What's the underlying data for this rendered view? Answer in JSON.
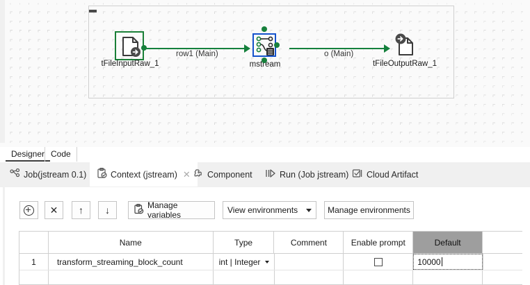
{
  "canvas": {
    "subjob": {
      "collapse_handle": "minus"
    },
    "nodes": [
      {
        "id": "tFileInputRaw_1",
        "label": "tFileInputRaw_1",
        "icon": "file-input-raw-icon",
        "selected": true,
        "select_color": "#1a7f37"
      },
      {
        "id": "mstream",
        "label": "mstream",
        "icon": "mstream-component-icon",
        "selected": true,
        "select_color": "#1452cc"
      },
      {
        "id": "tFileOutputRaw_1",
        "label": "tFileOutputRaw_1",
        "icon": "file-output-raw-icon",
        "selected": false,
        "select_color": ""
      }
    ],
    "links": [
      {
        "id": "row1",
        "label": "row1 (Main)",
        "color": "#14803c"
      },
      {
        "id": "o",
        "label": "o (Main)",
        "color": "#14803c"
      }
    ]
  },
  "editor_tabs": {
    "items": [
      {
        "label": "Designer",
        "active": true
      },
      {
        "label": "Code",
        "active": false
      }
    ]
  },
  "view_tabs": {
    "items": [
      {
        "label": "Job(jstream 0.1)",
        "icon": "job-graph-icon",
        "active": false,
        "closable": false
      },
      {
        "label": "Context (jstream)",
        "icon": "context-clipboard-icon",
        "active": true,
        "closable": true,
        "close_glyph": "✕"
      },
      {
        "label": "Component",
        "icon": "puzzle-piece-icon",
        "active": false,
        "closable": false
      },
      {
        "label": "Run (Job jstream)",
        "icon": "run-play-icon",
        "active": false,
        "closable": false
      },
      {
        "label": "Cloud Artifact",
        "icon": "cloud-artifact-icon",
        "active": false,
        "closable": false
      }
    ]
  },
  "toolbar": {
    "add_label": "",
    "remove_label": "✕",
    "move_up_label": "↑",
    "move_down_label": "↓",
    "manage_variables_label": "Manage variables",
    "view_environments_value": "View environments",
    "manage_environments_label": "Manage environments"
  },
  "table": {
    "columns": [
      {
        "key": "num",
        "label": "",
        "selected": false
      },
      {
        "key": "name",
        "label": "Name",
        "selected": false
      },
      {
        "key": "type",
        "label": "Type",
        "selected": false
      },
      {
        "key": "comment",
        "label": "Comment",
        "selected": false
      },
      {
        "key": "prompt",
        "label": "Enable prompt",
        "selected": false
      },
      {
        "key": "default",
        "label": "Default",
        "selected": true
      }
    ],
    "rows": [
      {
        "num": "1",
        "name": "transform_streaming_block_count",
        "type": "int | Integer",
        "comment": "",
        "enable_prompt_checked": false,
        "default": "10000",
        "default_editing": true
      }
    ]
  },
  "colors": {
    "link_green": "#14803c",
    "selection_green": "#1a7f37",
    "selection_blue": "#1452cc",
    "header_selected_gray": "#9e9e9e",
    "panel_gray": "#f0f0f0"
  }
}
